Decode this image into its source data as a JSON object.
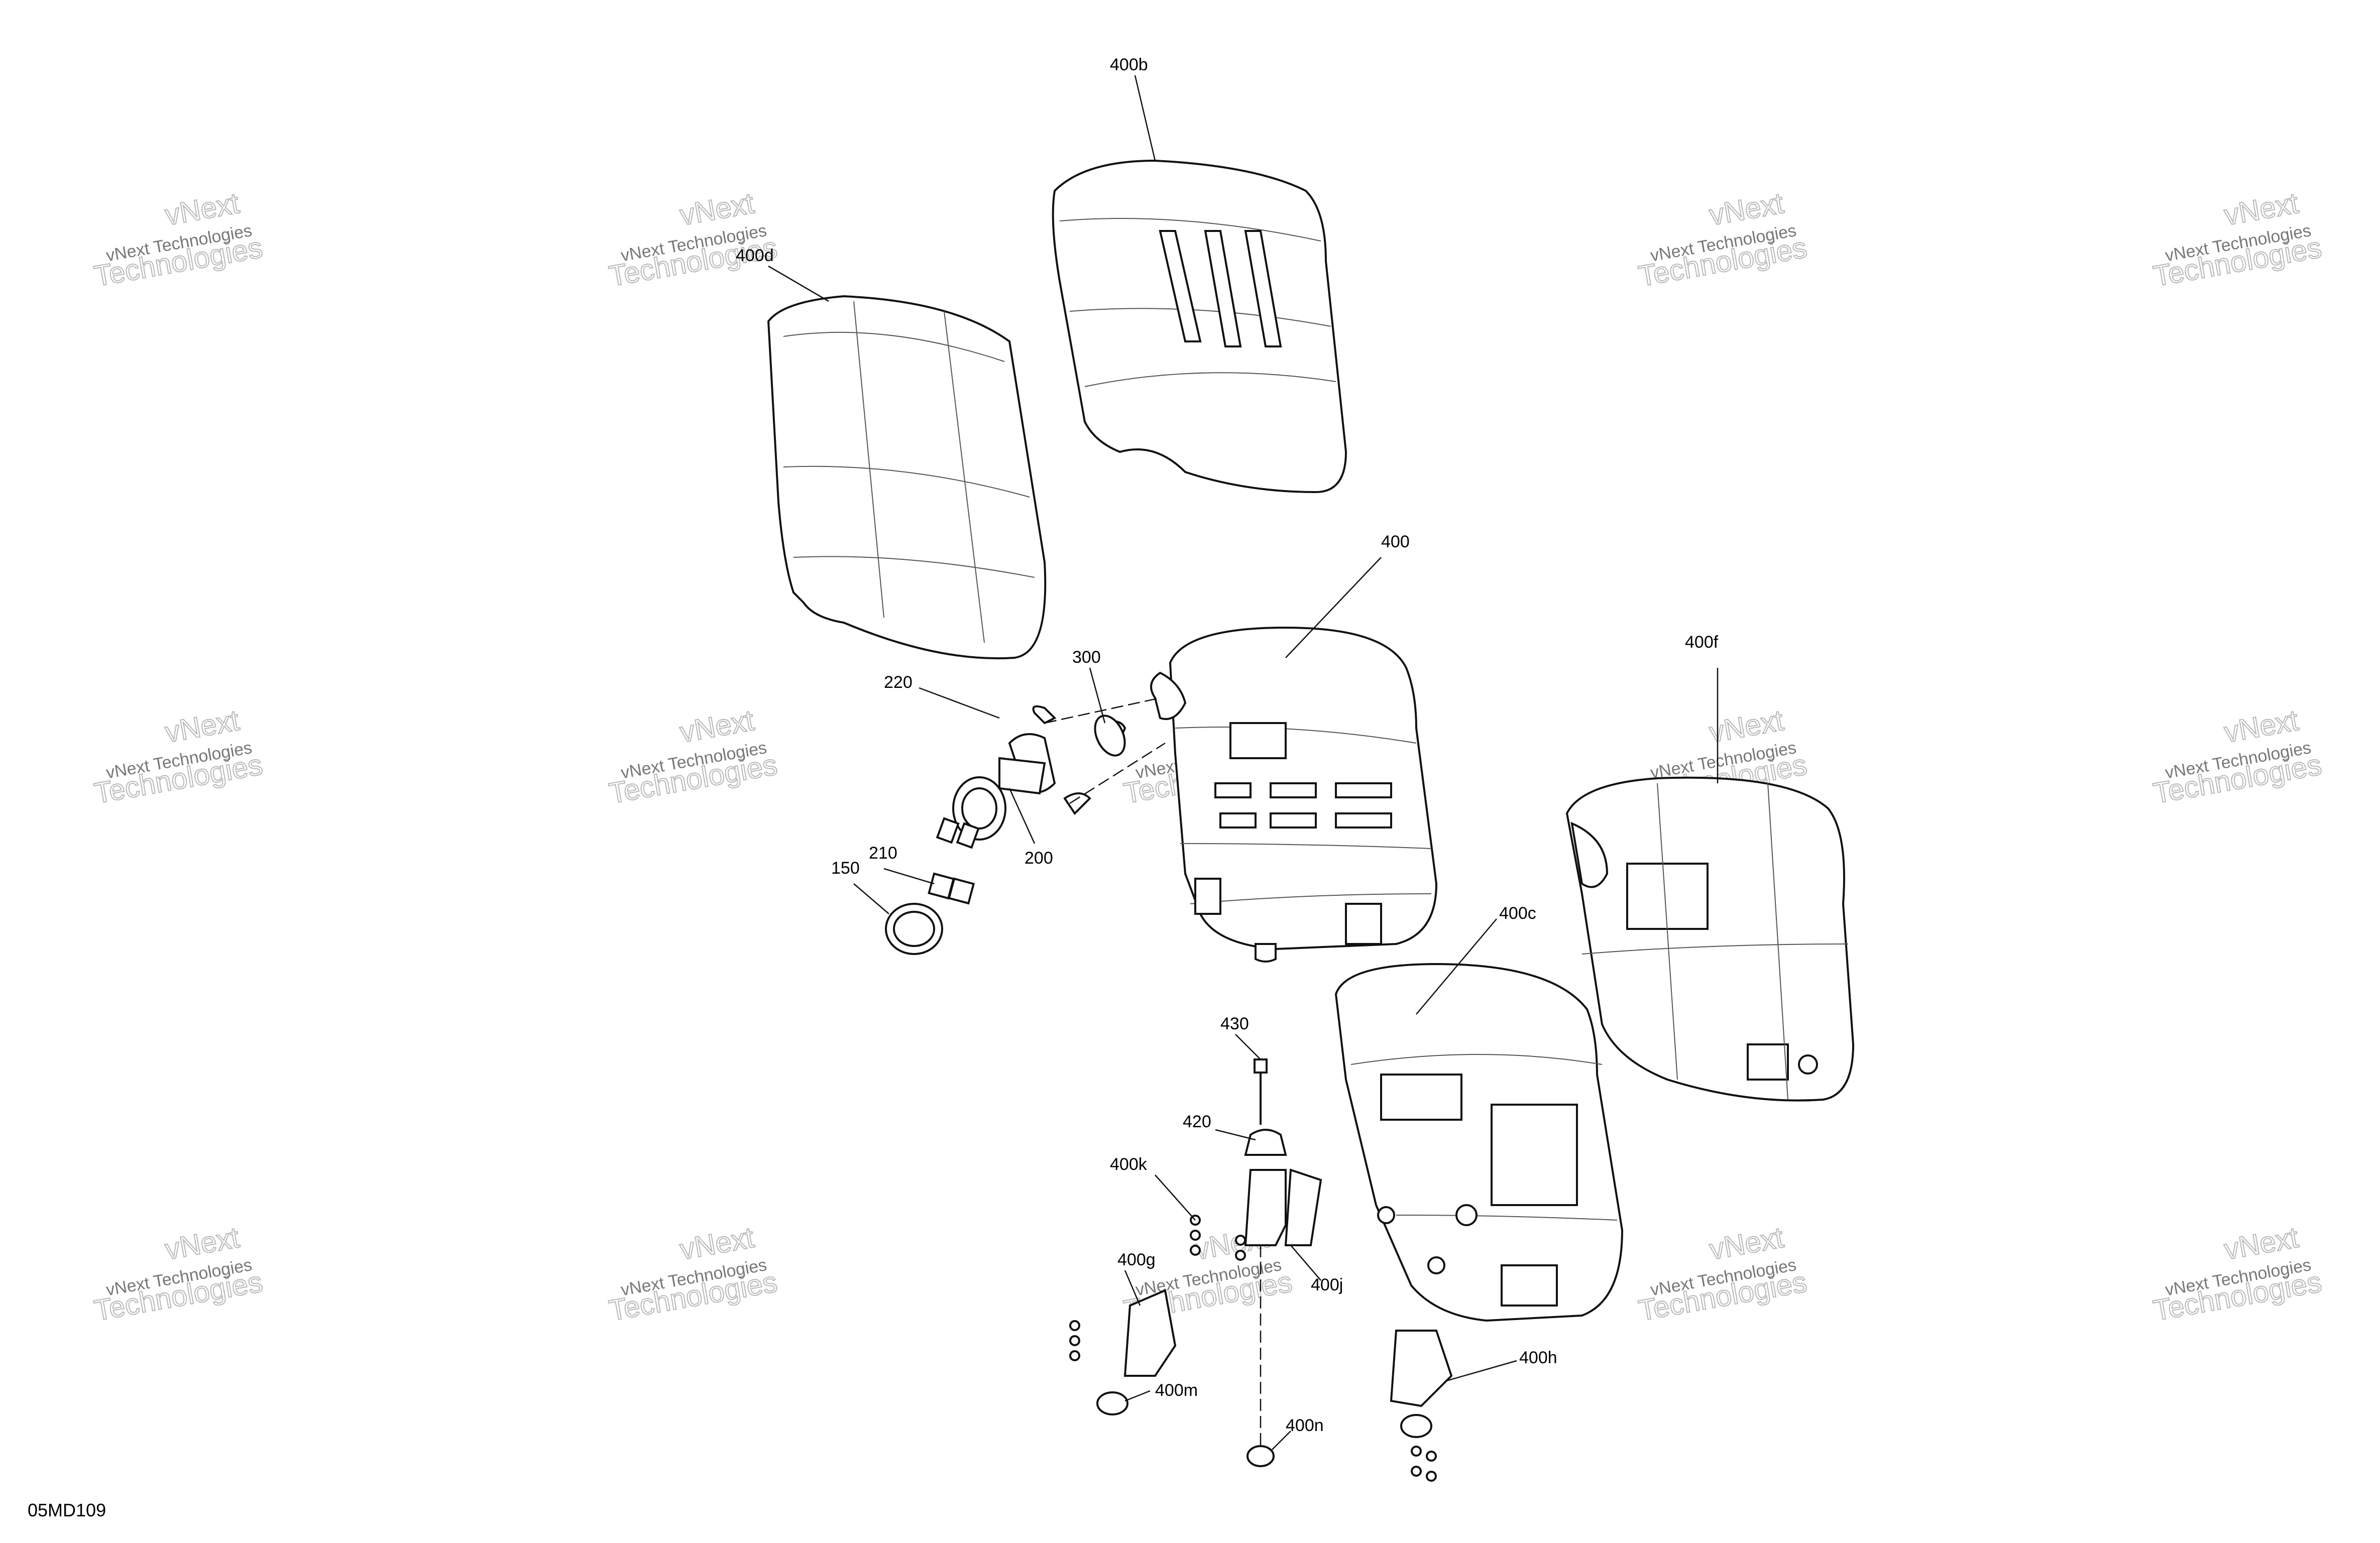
{
  "diagram": {
    "id": "05MD109",
    "callouts": [
      "400b",
      "400d",
      "400",
      "220",
      "300",
      "400f",
      "210",
      "200",
      "150",
      "400c",
      "430",
      "420",
      "400k",
      "400g",
      "400j",
      "400h",
      "400m",
      "400n"
    ],
    "watermark": {
      "line1": "vNext Technologies",
      "line2": "vNext",
      "line3": "Technologies"
    }
  },
  "colors": {
    "line": "#111111",
    "watermark": "#b8b8b8",
    "background": "#ffffff"
  }
}
